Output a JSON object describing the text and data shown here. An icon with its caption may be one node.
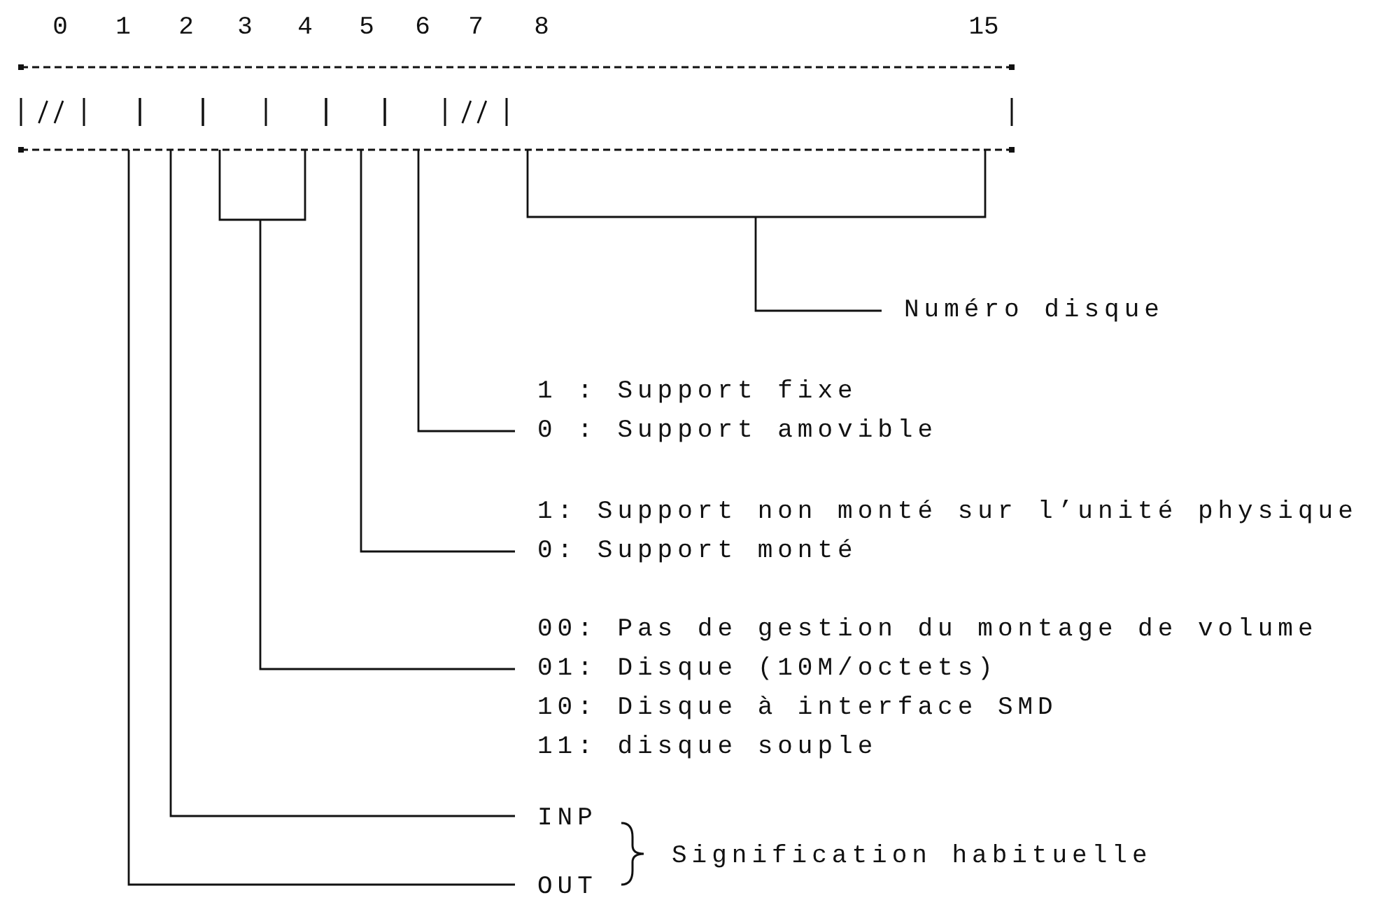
{
  "diagram": {
    "nodes": [
      {
        "text": [],
        "shape": "box"
      },
      {
        "text": [],
        "shape": "box",
        "in": 0
      },
      {
        "text": [],
        "shape": "box",
        "in": 0
      },
      {
        "text": [],
        "shape": "box",
        "in": 0
      },
      {
        "text": [],
        "shape": "box",
        "in": 0
      },
      {
        "text": [],
        "shape": "box",
        "in": 0
      },
      {
        "text": [],
        "shape": "box",
        "in": 0
      },
      {
        "text": [
          "Numéro disque"
        ]
      },
      {
        "text": [
          "1 : Support fixe",
          "0 : Support amovible"
        ]
      },
      {
        "text": [
          "1: Support non monté sur l’unité physique",
          "0: Support monté"
        ]
      },
      {
        "text": [
          "00: Pas de gestion du montage de volume",
          "01: Disque (10M/octets)",
          "10: Disque à interface SMD",
          "11: disque souple"
        ]
      },
      {
        "text": [
          "INP"
        ]
      },
      {
        "text": [
          "OUT"
        ]
      }
    ],
    "edges": [
      {
        "from": 7,
        "to": 6,
        "arrow": "none"
      },
      {
        "from": 8,
        "to": 5,
        "arrow": "none"
      },
      {
        "from": 9,
        "to": 4,
        "arrow": "none"
      },
      {
        "from": 10,
        "to": 3,
        "arrow": "none"
      },
      {
        "from": 11,
        "to": 2,
        "arrow": "none"
      },
      {
        "from": 12,
        "to": 1,
        "arrow": "none"
      }
    ],
    "labels": [
      "0",
      "1",
      "2",
      "3",
      "4",
      "5",
      "6",
      "7",
      "8",
      "15",
      "Signification habituelle"
    ]
  }
}
